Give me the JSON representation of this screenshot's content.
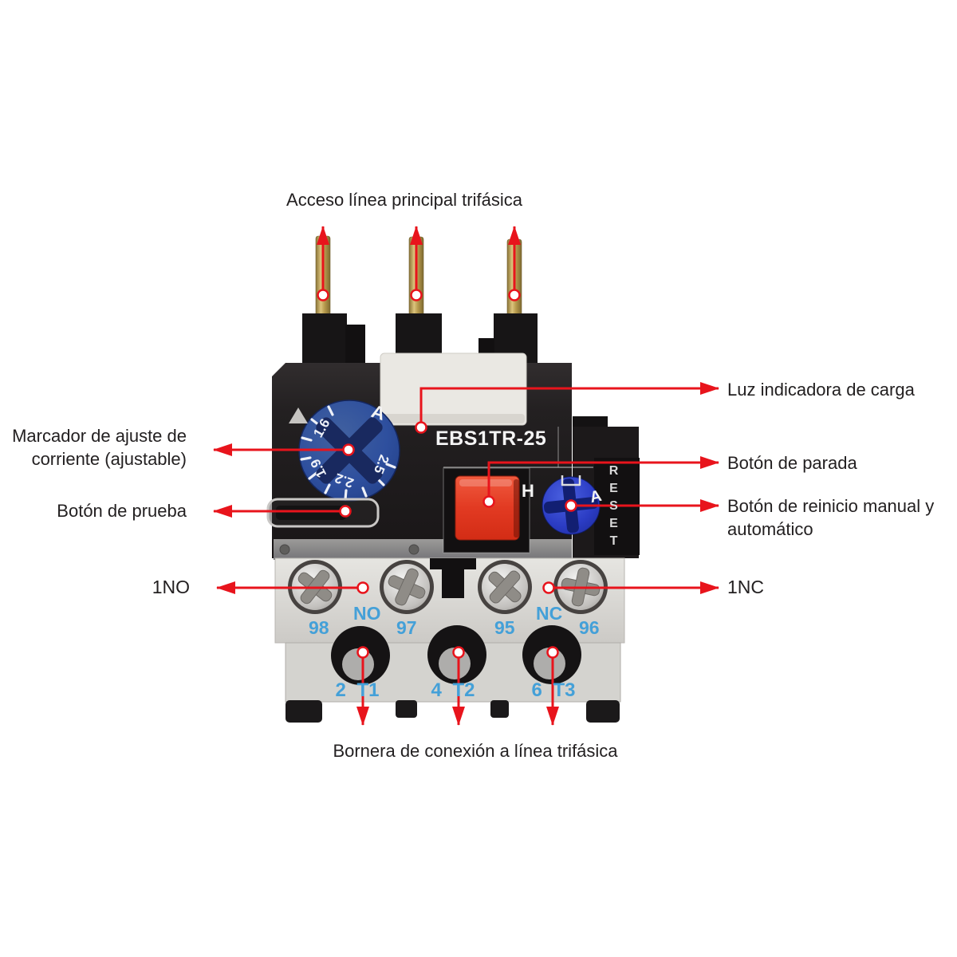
{
  "annotations": {
    "top": "Acceso línea principal trifásica",
    "load_light": "Luz indicadora de carga",
    "stop": "Botón de parada",
    "reset_line1": "Botón de reinicio manual y",
    "reset_line2": "automático",
    "adjust_line1": "Marcador de ajuste de",
    "adjust_line2": "corriente (ajustable)",
    "test": "Botón de prueba",
    "no": "1NO",
    "nc": "1NC",
    "bottom": "Bornera de conexión a línea trifásica"
  },
  "device": {
    "model": "EBS1TR-25",
    "dial": {
      "unit": "A",
      "marks": [
        "1.6",
        "1.9",
        "2.2",
        "2.5"
      ]
    },
    "stop_button_label": "H",
    "reset_strip_label": "RESET",
    "reset_auto_label": "A",
    "terminals": {
      "aux": [
        "98",
        "97",
        "95",
        "96"
      ],
      "no": "NO",
      "nc": "NC",
      "load": [
        "2 T1",
        "4 T2",
        "6 T3"
      ]
    }
  },
  "colors": {
    "arrow_red": "#e8141c",
    "label_text": "#232021",
    "terminal_text_blue": "#44a0d8",
    "dial_blue": "#2e4f9e",
    "stop_button_red": "#e23a22",
    "reset_button_blue": "#2b3cc4",
    "brass_pin": "#c3ab66",
    "body_black": "#211e1f",
    "terminal_block_gray": "#dddcd8"
  }
}
